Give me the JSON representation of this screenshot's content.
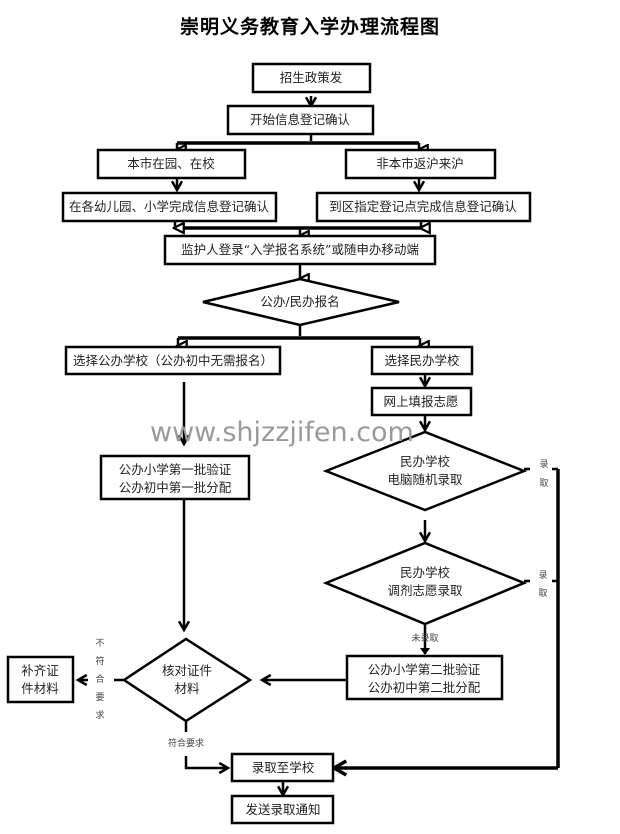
{
  "title": "崇明义务教育入学办理流程图",
  "watermark": "www.shjzzjifen.com",
  "nodes": {
    "policy": "招生政策发",
    "start_reg": "开始信息登记确认",
    "local": "本市在园、在校",
    "nonlocal": "非本市返沪来沪",
    "local_reg": "在各幼儿园、小学完成信息登记确认",
    "nonlocal_reg": "到区指定登记点完成信息登记确认",
    "guardian_login": "监护人登录“入学报名系统”或随申办移动端",
    "public_private": "公办/民办报名",
    "choose_public": "选择公办学校（公办初中无需报名）",
    "choose_private": "选择民办学校",
    "online_apply": "网上填报志愿",
    "public_batch1_l1": "公办小学第一批验证",
    "public_batch1_l2": "公办初中第一批分配",
    "private_lottery_l1": "民办学校",
    "private_lottery_l2": "电脑随机录取",
    "private_adjust_l1": "民办学校",
    "private_adjust_l2": "调剂志愿录取",
    "public_batch2_l1": "公办小学第二批验证",
    "public_batch2_l2": "公办初中第二批分配",
    "verify_l1": "核对证件",
    "verify_l2": "材料",
    "supplement_l1": "补齐证",
    "supplement_l2": "件材料",
    "admit": "录取至学校",
    "notify": "发送录取通知"
  },
  "labels": {
    "admitted_1": [
      "录",
      "取"
    ],
    "admitted_2": [
      "录",
      "取"
    ],
    "not_admitted": "未录取",
    "not_qualified": [
      "不",
      "符",
      "合",
      "要",
      "求"
    ],
    "qualified": "符合要求"
  }
}
